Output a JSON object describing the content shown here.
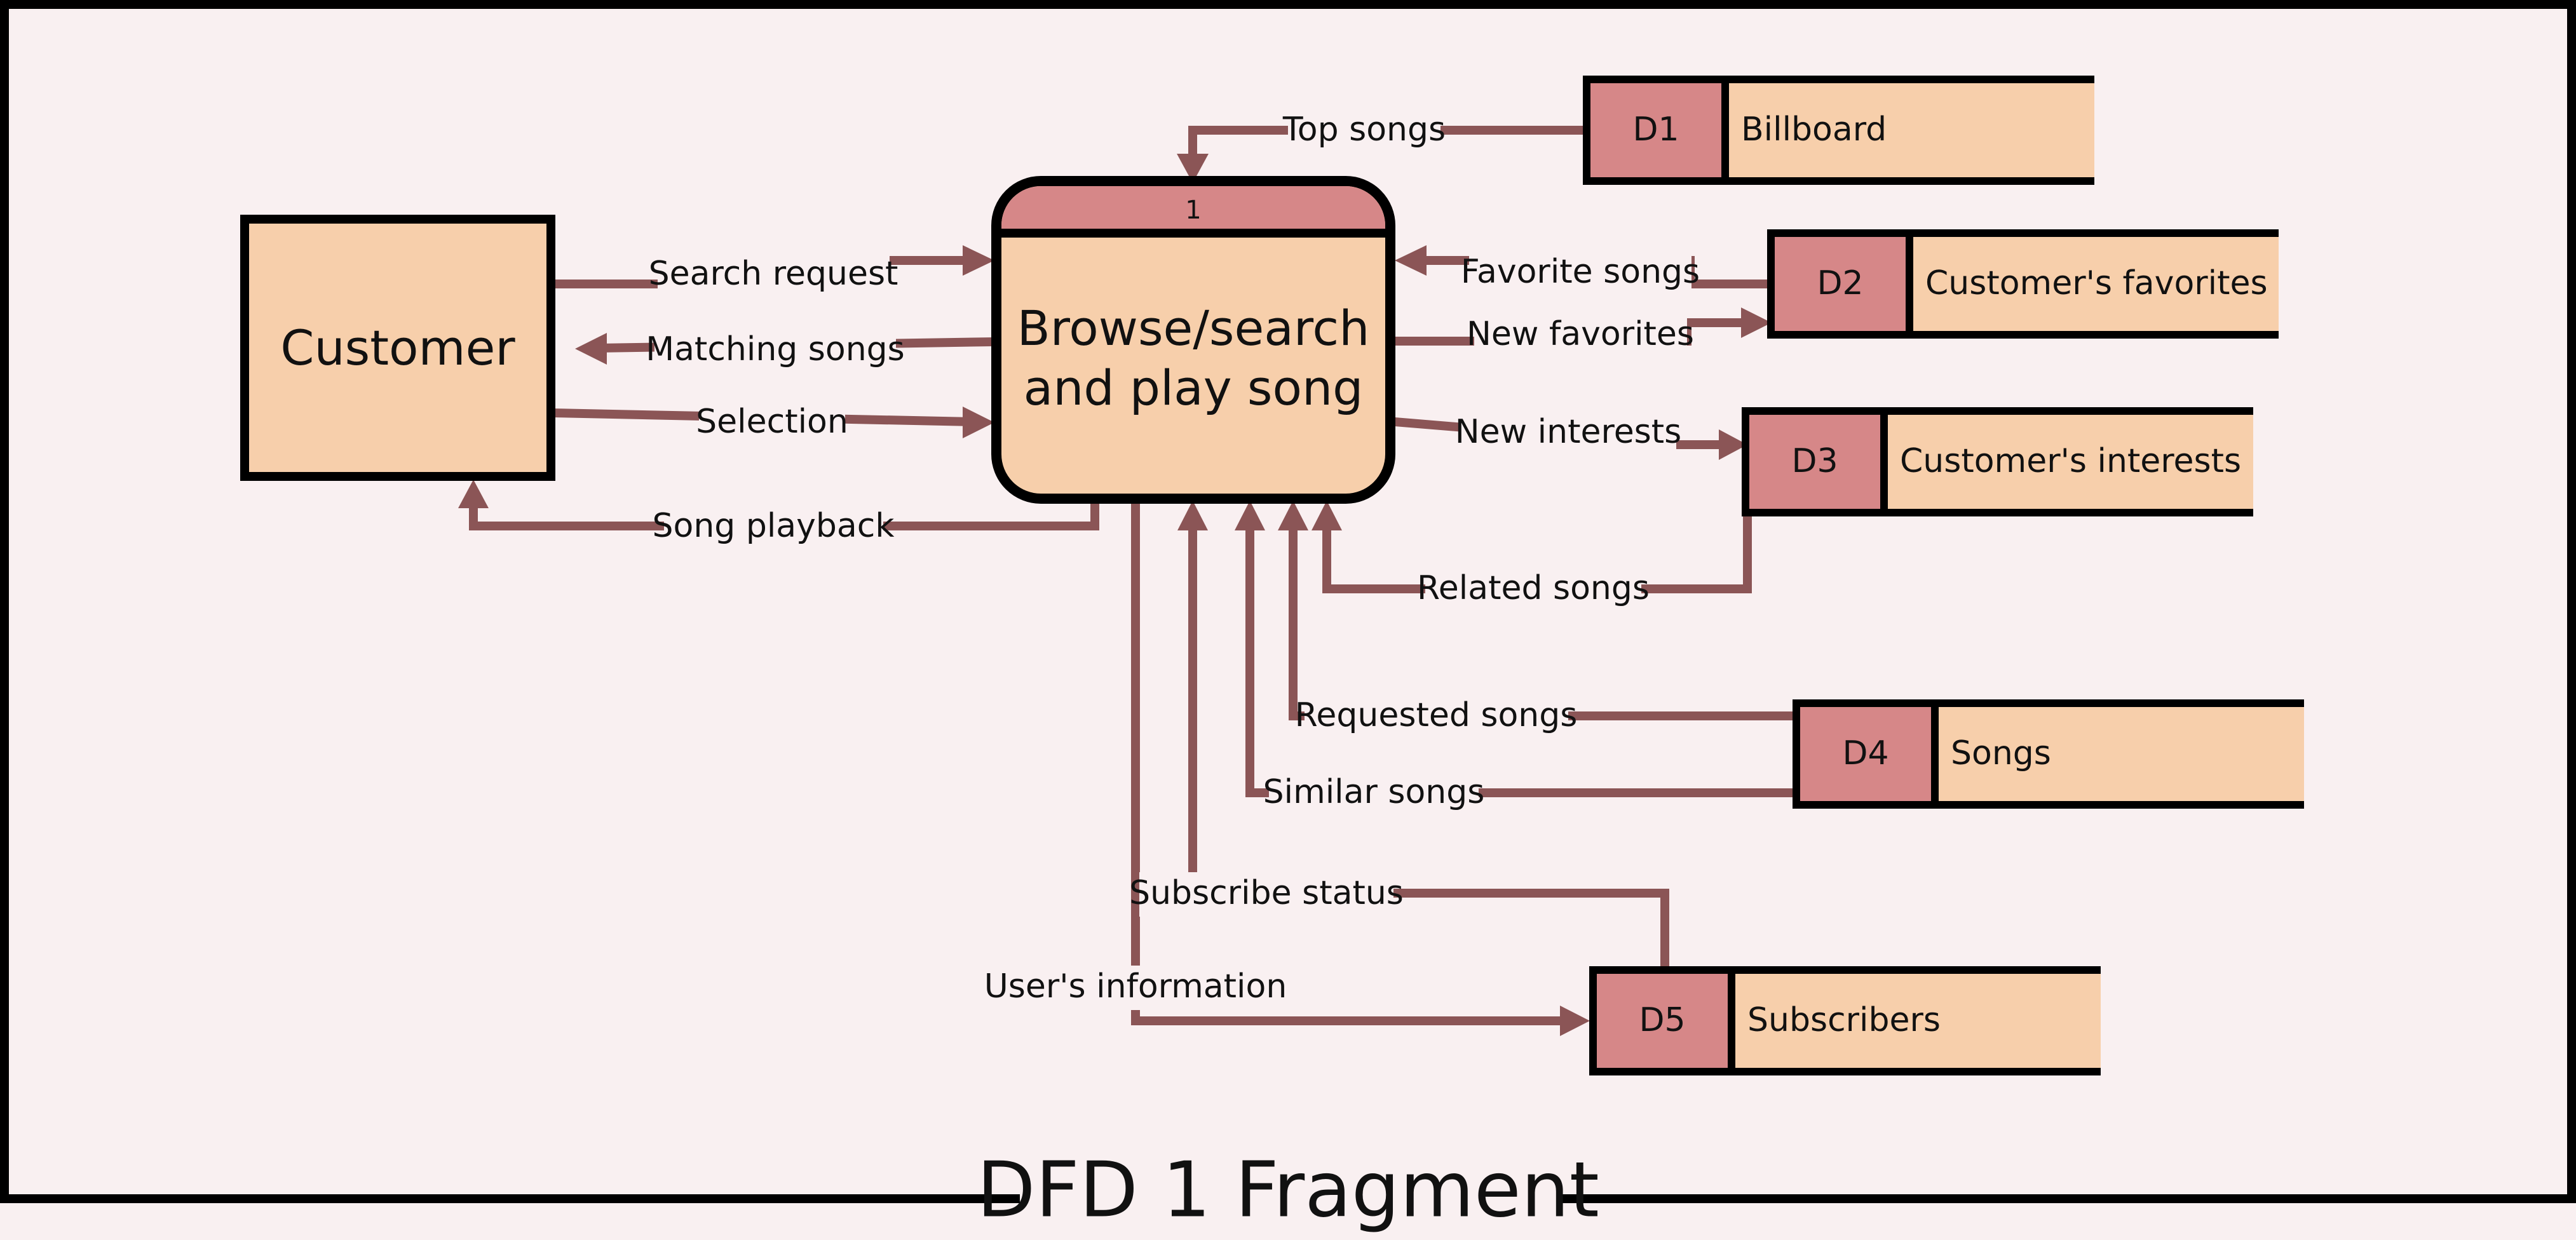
{
  "title": "DFD 1 Fragment",
  "external_entity": {
    "label": "Customer"
  },
  "process": {
    "number": "1",
    "label_line1": "Browse/search",
    "label_line2": "and play song"
  },
  "data_stores": [
    {
      "id": "D1",
      "name": "Billboard"
    },
    {
      "id": "D2",
      "name": "Customer's favorites"
    },
    {
      "id": "D3",
      "name": "Customer's interests"
    },
    {
      "id": "D4",
      "name": "Songs"
    },
    {
      "id": "D5",
      "name": "Subscribers"
    }
  ],
  "flows": {
    "top_songs": "Top songs",
    "search_request": "Search request",
    "matching_songs": "Matching songs",
    "selection": "Selection",
    "song_playback": "Song playback",
    "favorite_songs": "Favorite songs",
    "new_favorites": "New favorites",
    "new_interests": "New interests",
    "related_songs": "Related songs",
    "requested_songs": "Requested songs",
    "similar_songs": "Similar songs",
    "subscribe_status": "Subscribe status",
    "users_information": "User's information"
  },
  "colors": {
    "background": "#f9f0f1",
    "entity_fill": "#f7cfab",
    "store_id_fill": "#d68788",
    "flow_color": "#8b5556"
  }
}
